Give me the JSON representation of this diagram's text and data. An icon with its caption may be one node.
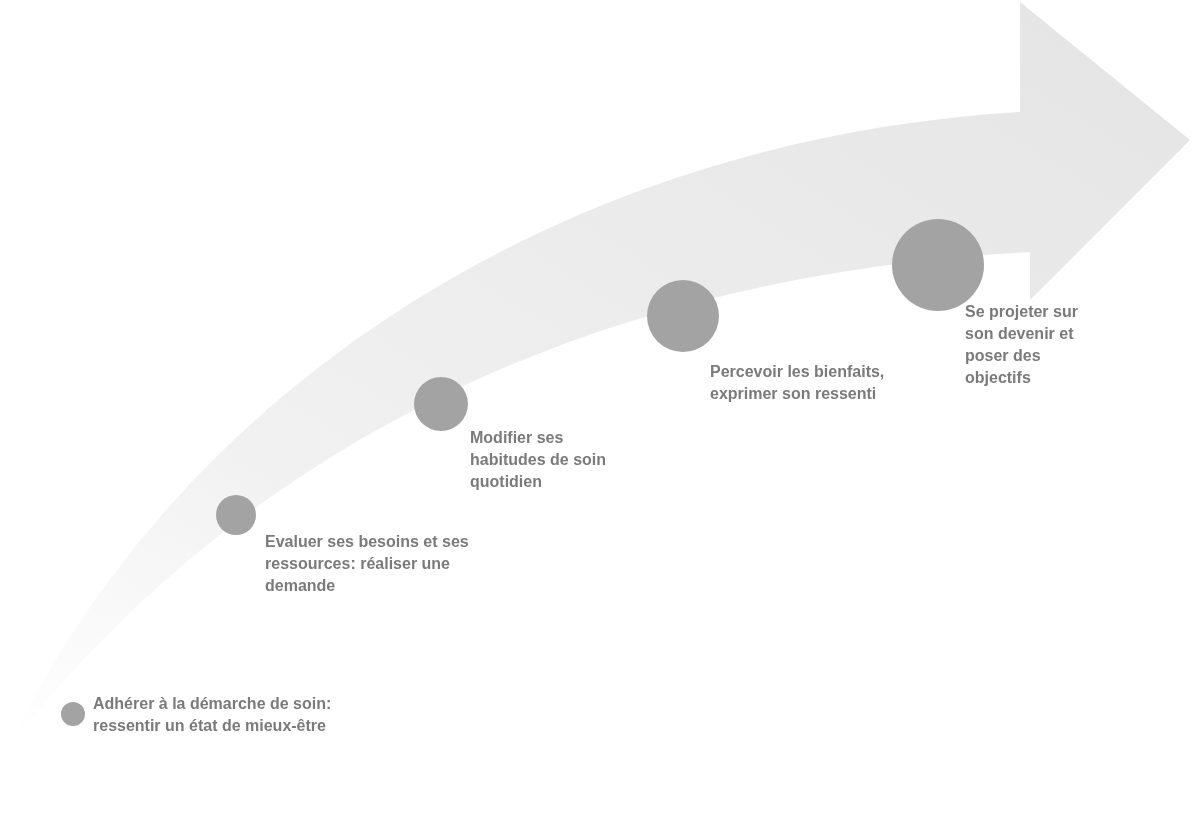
{
  "diagram": {
    "nodes": [
      {
        "text": [],
        "shape": "circle",
        "beside": [
          "Adhérer à la démarche de soin: ressentir un état de mieux-être"
        ]
      },
      {
        "text": [],
        "shape": "circle",
        "beside": [
          "Evaluer ses besoins et ses ressources: réaliser une demande"
        ]
      },
      {
        "text": [],
        "shape": "circle",
        "beside": [
          "Modifier ses habitudes de soin quotidien"
        ]
      },
      {
        "text": [],
        "shape": "circle",
        "beside": [
          "Percevoir les bienfaits, exprimer son ressenti"
        ]
      },
      {
        "text": [],
        "shape": "circle",
        "beside": [
          "Se projeter sur son devenir et poser des objectifs"
        ]
      }
    ]
  }
}
